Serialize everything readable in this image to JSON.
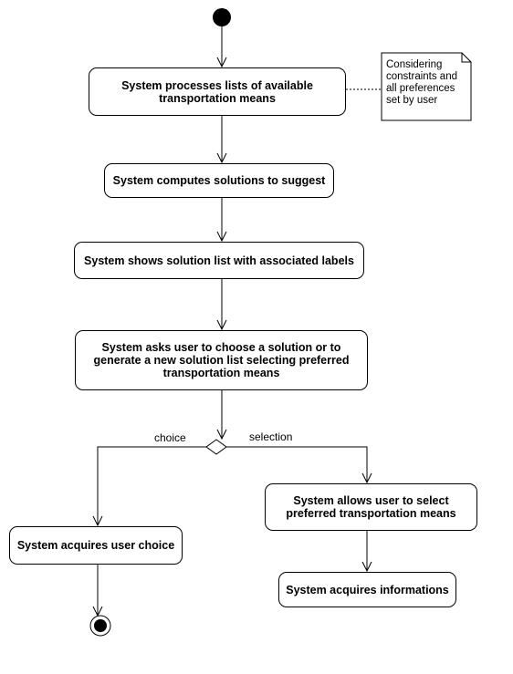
{
  "actions": {
    "process_lists": "System processes lists of available transportation means",
    "compute_solutions": "System computes solutions to suggest",
    "show_list": "System shows solution list with associated labels",
    "ask_user": "System asks user to choose a solution or to generate a new solution list selecting preferred transportation means",
    "acquire_choice": "System acquires user choice",
    "allow_select": "System allows user to select preferred transportation means",
    "acquire_info": "System acquires informations"
  },
  "guards": {
    "choice": "choice",
    "selection": "selection"
  },
  "note": {
    "text": "Considering constraints and all preferences set by user"
  }
}
